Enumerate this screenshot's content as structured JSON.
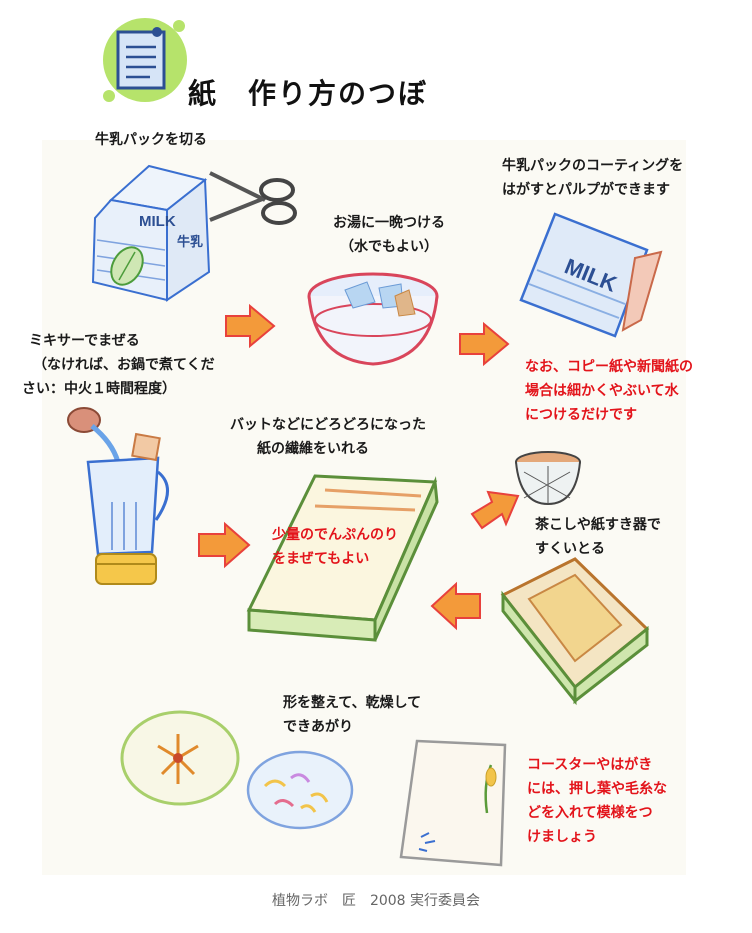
{
  "header": {
    "title": "紙　作り方のつぼ",
    "icon": "memo-note-icon"
  },
  "steps": {
    "cut": {
      "label": "牛乳パックを切る"
    },
    "soak": {
      "line1": "お湯に一晩つける",
      "line2": "（水でもよい）"
    },
    "peel": {
      "line1": "牛乳パックのコーティングを",
      "line2": "はがすとパルプができます"
    },
    "note": {
      "line1": "なお、コピー紙や新聞紙の",
      "line2": "場合は細かくやぶいて水",
      "line3": "につけるだけです"
    },
    "mix": {
      "line1": "ミキサーでまぜる",
      "line2": "（なければ、お鍋で煮てくだ",
      "line3": "さい：中火１時間程度）"
    },
    "tray": {
      "line1": "バットなどにどろどろになった",
      "line2": "紙の繊維をいれる"
    },
    "starch": {
      "line1": "少量のでんぷんのり",
      "line2": "をまぜてもよい"
    },
    "scoop": {
      "line1": "茶こしや紙すき器で",
      "line2": "すくいとる"
    },
    "dry": {
      "line1": "形を整えて、乾燥して",
      "line2": "できあがり"
    },
    "decorate": {
      "line1": "コースターやはがき",
      "line2": "には、押し葉や毛糸な",
      "line3": "どを入れて模様をつ",
      "line4": "けましょう"
    }
  },
  "carton_labels": {
    "small": "MILK",
    "small_jp": "牛乳",
    "large": "MILK"
  },
  "footer": {
    "credit": "植物ラボ　匠　2008 実行委員会"
  },
  "colors": {
    "red_text": "#e3141b",
    "arrow_red": "#e8413c",
    "arrow_orange": "#f39a3a",
    "icon_green": "#b6e36b",
    "icon_blue": "#3b6fd0"
  }
}
